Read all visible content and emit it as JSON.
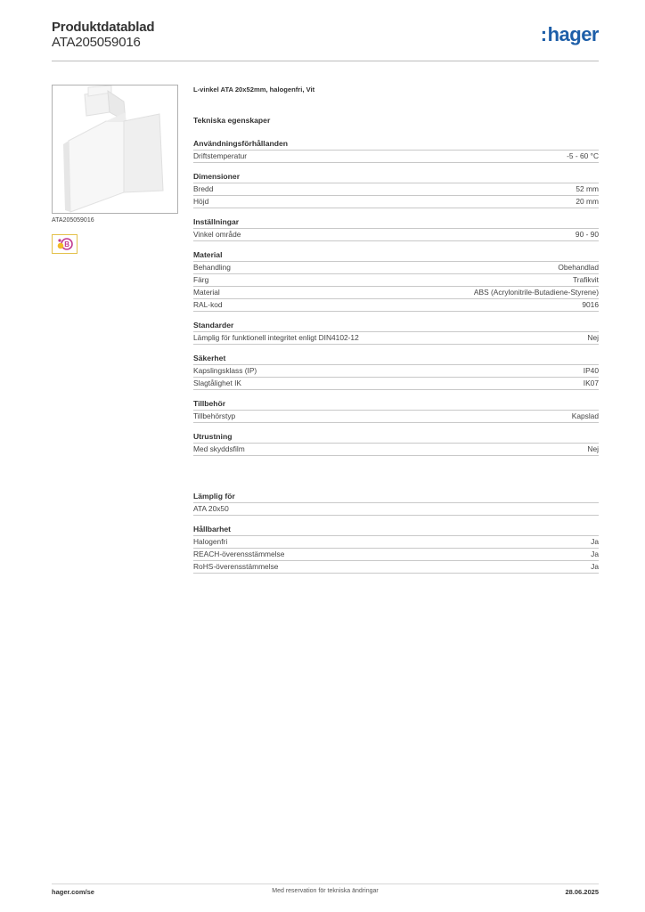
{
  "header": {
    "title": "Produktdatablad",
    "code": "ATA205059016",
    "logo_text": "hager",
    "logo_color": "#1d5ea8"
  },
  "product": {
    "image_caption": "ATA205059016",
    "name": "L-vinkel ATA 20x52mm, halogenfri, Vit"
  },
  "tech_heading": "Tekniska egenskaper",
  "sections": [
    {
      "title": "Användningsförhållanden",
      "rows": [
        {
          "label": "Driftstemperatur",
          "value": "-5 - 60 °C"
        }
      ]
    },
    {
      "title": "Dimensioner",
      "rows": [
        {
          "label": "Bredd",
          "value": "52 mm"
        },
        {
          "label": "Höjd",
          "value": "20 mm"
        }
      ]
    },
    {
      "title": "Inställningar",
      "rows": [
        {
          "label": "Vinkel område",
          "value": "90 - 90"
        }
      ]
    },
    {
      "title": "Material",
      "rows": [
        {
          "label": "Behandling",
          "value": "Obehandlad"
        },
        {
          "label": "Färg",
          "value": "Trafikvit"
        },
        {
          "label": "Material",
          "value": "ABS (Acrylonitrile-Butadiene-Styrene)"
        },
        {
          "label": "RAL-kod",
          "value": "9016"
        }
      ]
    },
    {
      "title": "Standarder",
      "rows": [
        {
          "label": "Lämplig för funktionell integritet enligt DIN4102-12",
          "value": "Nej"
        }
      ]
    },
    {
      "title": "Säkerhet",
      "rows": [
        {
          "label": "Kapslingsklass (IP)",
          "value": "IP40"
        },
        {
          "label": "Slagtålighet IK",
          "value": "IK07"
        }
      ]
    },
    {
      "title": "Tillbehör",
      "rows": [
        {
          "label": "Tillbehörstyp",
          "value": "Kapslad"
        }
      ]
    },
    {
      "title": "Utrustning",
      "rows": [
        {
          "label": "Med skyddsfilm",
          "value": "Nej"
        }
      ]
    }
  ],
  "sections2": [
    {
      "title": "Lämplig för",
      "rows": [
        {
          "label": "ATA 20x50",
          "value": ""
        }
      ]
    },
    {
      "title": "Hållbarhet",
      "rows": [
        {
          "label": "Halogenfri",
          "value": "Ja"
        },
        {
          "label": "REACH-överensstämmelse",
          "value": "Ja"
        },
        {
          "label": "RoHS-överensstämmelse",
          "value": "Ja"
        }
      ]
    }
  ],
  "footer": {
    "site": "hager.com/se",
    "note": "Med reservation för tekniska ändringar",
    "date": "28.06.2025"
  }
}
